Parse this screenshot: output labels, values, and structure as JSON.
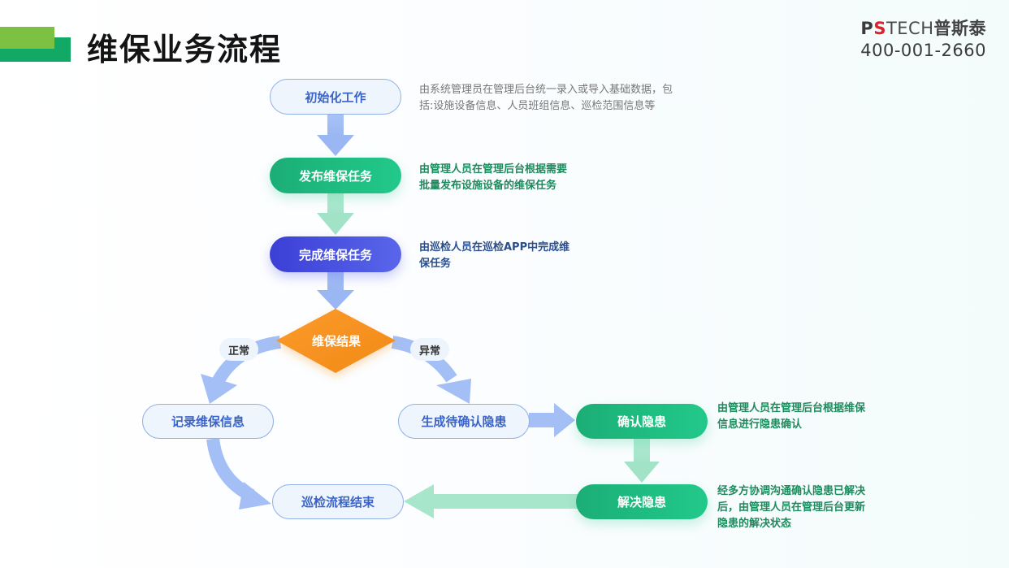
{
  "header": {
    "title": "维保业务流程",
    "accent_colors": {
      "light": "#7dc142",
      "dark": "#12a865"
    }
  },
  "brand": {
    "logo_p": "P",
    "logo_s": "S",
    "logo_tech": "TECH",
    "logo_cn": "普斯泰",
    "phone": "400-001-2660"
  },
  "flow": {
    "nodes": {
      "init": {
        "label": "初始化工作",
        "style": "outline"
      },
      "publish": {
        "label": "发布维保任务",
        "style": "green"
      },
      "complete": {
        "label": "完成维保任务",
        "style": "indigo"
      },
      "decision": {
        "label": "维保结果",
        "style": "orange-diamond"
      },
      "record": {
        "label": "记录维保信息",
        "style": "outline"
      },
      "pending": {
        "label": "生成待确认隐患",
        "style": "outline"
      },
      "confirm": {
        "label": "确认隐患",
        "style": "green"
      },
      "resolve": {
        "label": "解决隐患",
        "style": "green"
      },
      "end": {
        "label": "巡检流程结束",
        "style": "outline"
      }
    },
    "branches": {
      "normal": "正常",
      "abnormal": "异常"
    },
    "descriptions": {
      "init": [
        "由系统管理员在管理后台统一录入或导入基础数据，包",
        "括:设施设备信息、人员班组信息、巡检范围信息等"
      ],
      "publish": [
        "由管理人员在管理后台根据需要",
        "批量发布设施设备的维保任务"
      ],
      "complete": [
        "由巡检人员在巡检APP中完成维",
        "保任务"
      ],
      "confirm": [
        "由管理人员在管理后台根据维保",
        "信息进行隐患确认"
      ],
      "resolve": [
        "经多方协调沟通确认隐患已解决",
        "后，由管理人员在管理后台更新",
        "隐患的解决状态"
      ]
    },
    "colors": {
      "arrow_blue": "#a4bff5",
      "arrow_green": "#a8e6cc",
      "diamond": "#f7921e",
      "green_node": "#1fbb80",
      "indigo_node": "#4548dc"
    }
  }
}
